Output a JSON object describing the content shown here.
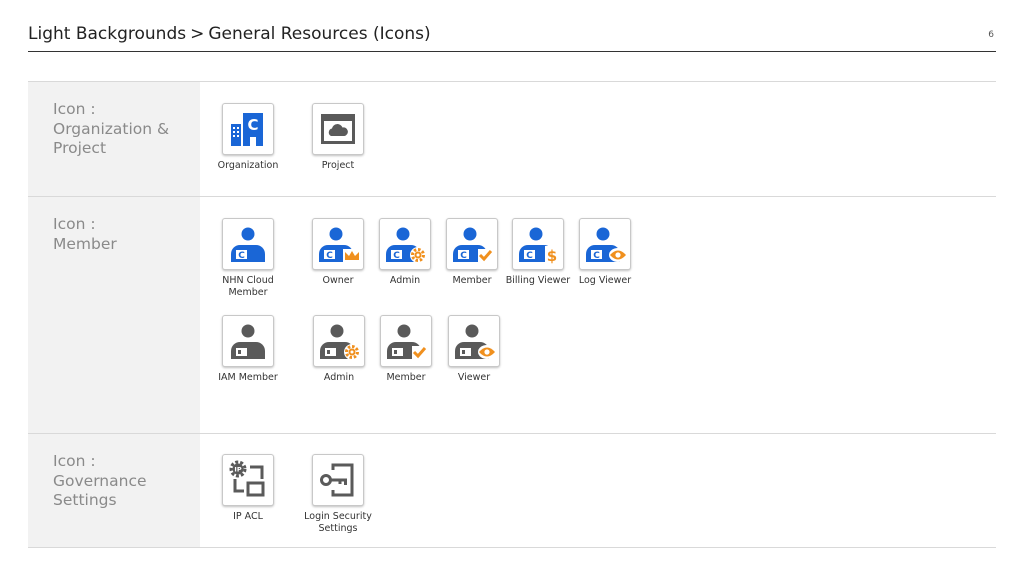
{
  "header": {
    "breadcrumb_parent": "Light Backgrounds",
    "breadcrumb_separator": ">",
    "breadcrumb_current": "General Resources (Icons)",
    "page_number": "6"
  },
  "colors": {
    "blue": "#1a66d6",
    "gray": "#5a5a5a",
    "orange": "#f0901e"
  },
  "sections": [
    {
      "label_lines": [
        "Icon :",
        "Organization &",
        "Project"
      ],
      "icons": [
        {
          "name": "organization-icon",
          "caption": "Organization"
        },
        {
          "name": "project-icon",
          "caption": "Project"
        }
      ]
    },
    {
      "label_lines": [
        "Icon :",
        "Member"
      ],
      "icons": [
        {
          "name": "nhn-cloud-member-icon",
          "caption_lines": [
            "NHN Cloud",
            "Member"
          ]
        },
        {
          "name": "owner-icon",
          "caption": "Owner"
        },
        {
          "name": "admin-icon",
          "caption": "Admin"
        },
        {
          "name": "member-icon",
          "caption": "Member"
        },
        {
          "name": "billing-viewer-icon",
          "caption": "Billing Viewer"
        },
        {
          "name": "log-viewer-icon",
          "caption": "Log Viewer"
        },
        {
          "name": "iam-member-icon",
          "caption": "IAM Member"
        },
        {
          "name": "iam-admin-icon",
          "caption": "Admin"
        },
        {
          "name": "iam-member-check-icon",
          "caption": "Member"
        },
        {
          "name": "iam-viewer-icon",
          "caption": "Viewer"
        }
      ]
    },
    {
      "label_lines": [
        "Icon :",
        "Governance",
        "Settings"
      ],
      "icons": [
        {
          "name": "ip-acl-icon",
          "caption": "IP ACL"
        },
        {
          "name": "login-security-settings-icon",
          "caption_lines": [
            "Login Security",
            "Settings"
          ]
        }
      ]
    }
  ]
}
